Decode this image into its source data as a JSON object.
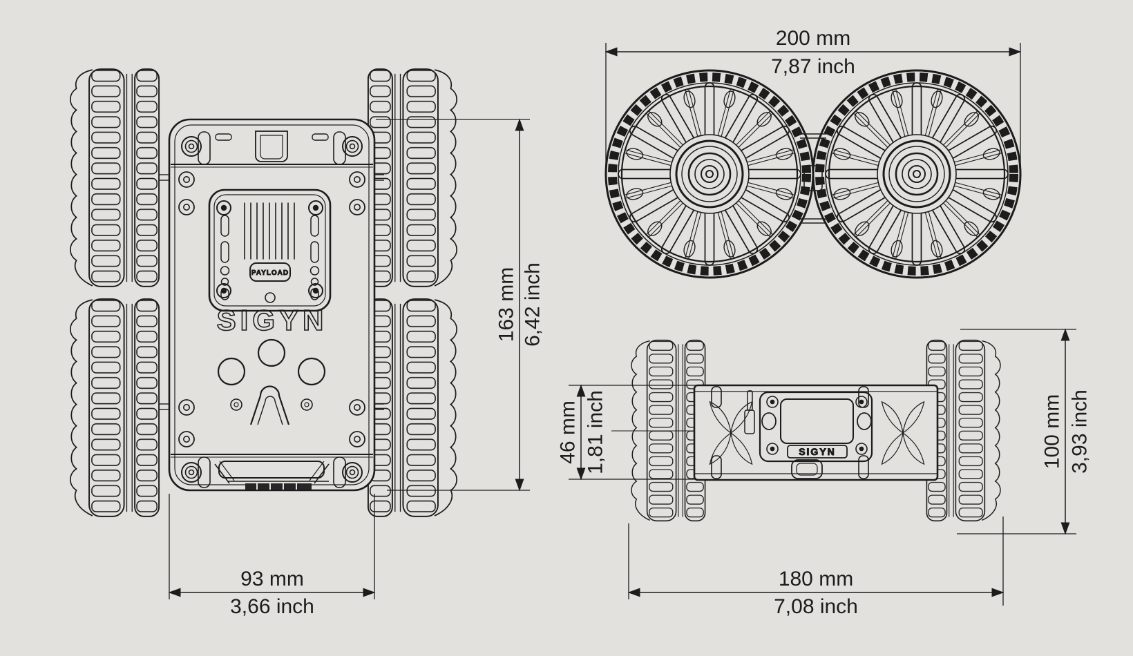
{
  "colors": {
    "background": "#e2e1de",
    "line": "#1c1c1c"
  },
  "brand": {
    "logo_text": "SIGYN",
    "badge_text": "SIGYN",
    "payload_label": "PAYLOAD"
  },
  "dimensions": {
    "body_length": {
      "mm": "163 mm",
      "inch": "6,42 inch"
    },
    "body_width": {
      "mm": "93 mm",
      "inch": "3,66 inch"
    },
    "overall_width": {
      "mm": "200 mm",
      "inch": "7,87 inch"
    },
    "body_height": {
      "mm": "46 mm",
      "inch": "1,81 inch"
    },
    "wheel_diameter": {
      "mm": "100 mm",
      "inch": "3,93 inch"
    },
    "overall_length": {
      "mm": "180 mm",
      "inch": "7,08 inch"
    }
  }
}
